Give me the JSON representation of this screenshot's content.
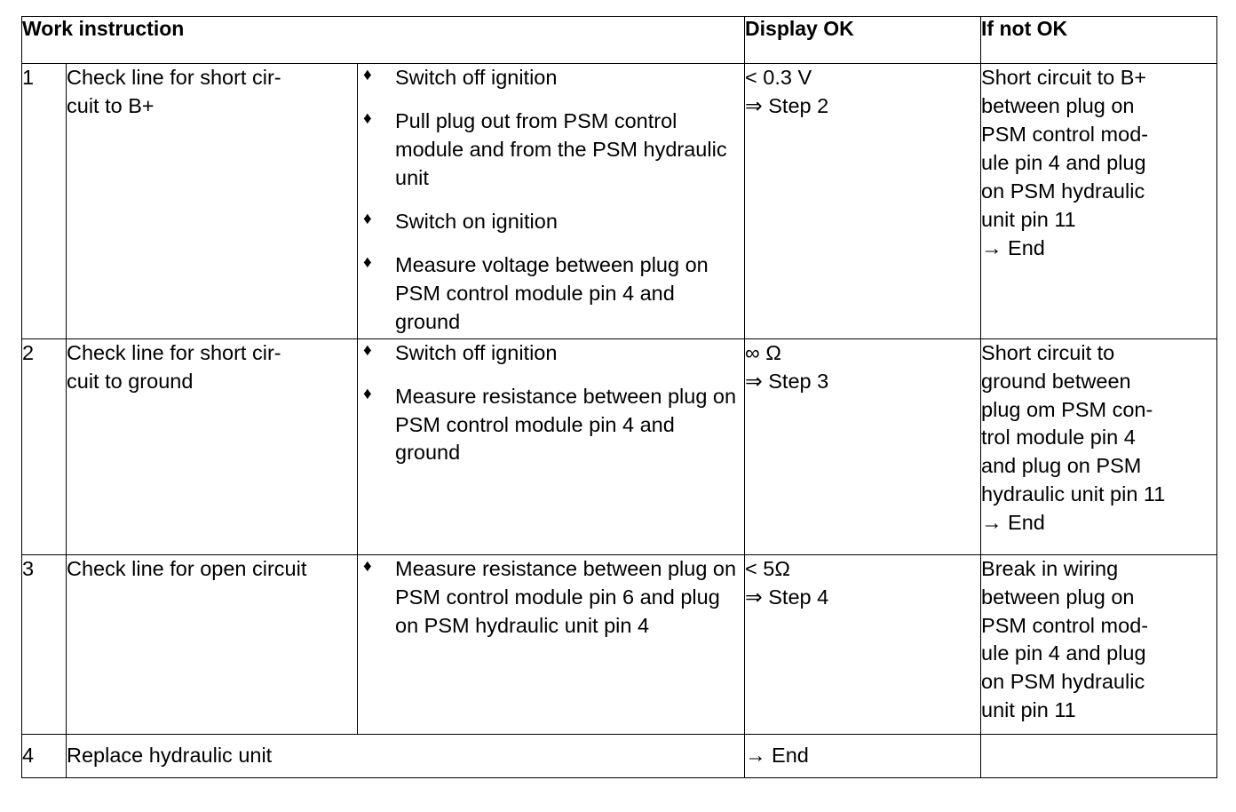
{
  "table": {
    "headers": {
      "work_instruction": "Work instruction",
      "display_ok": "Display OK",
      "if_not_ok": "If not OK"
    },
    "rows": [
      {
        "num": "1",
        "task": "Check line for short cir-\ncuit to B+",
        "steps": [
          "Switch off ignition",
          "Pull plug out from PSM control module and from the PSM hydraulic unit",
          "Switch on ignition",
          "Measure voltage between plug on PSM control module pin 4 and ground"
        ],
        "display_ok_value": "< 0.3 V",
        "display_ok_next": "⇒ Step 2",
        "if_not_ok_text": "Short circuit to B+\nbetween plug on\nPSM control mod-\nule pin 4 and plug\non PSM hydraulic\nunit pin 11",
        "if_not_ok_end": "→ End"
      },
      {
        "num": "2",
        "task": "Check line for short cir-\ncuit to ground",
        "steps": [
          "Switch off ignition",
          "Measure resistance between plug on PSM control module pin 4 and ground"
        ],
        "display_ok_value": "∞ Ω",
        "display_ok_next": "⇒ Step 3",
        "if_not_ok_text": "Short circuit to\nground between\nplug om PSM con-\ntrol module pin 4\nand plug on PSM\nhydraulic unit pin 11",
        "if_not_ok_end": "→ End"
      },
      {
        "num": "3",
        "task": "Check line for open circuit",
        "steps": [
          "Measure resistance between plug on PSM control module pin 6 and plug on PSM hydraulic unit pin 4"
        ],
        "display_ok_value": "< 5Ω",
        "display_ok_next": "⇒ Step 4",
        "if_not_ok_text": "Break in wiring\nbetween plug on\nPSM control mod-\nule pin 4 and plug\non PSM hydraulic\nunit pin 11",
        "if_not_ok_end": ""
      },
      {
        "num": "4",
        "task": "Replace hydraulic unit",
        "steps": [],
        "display_ok_value": "→ End",
        "display_ok_next": "",
        "if_not_ok_text": "",
        "if_not_ok_end": ""
      }
    ],
    "bullet_glyph": "♦"
  }
}
